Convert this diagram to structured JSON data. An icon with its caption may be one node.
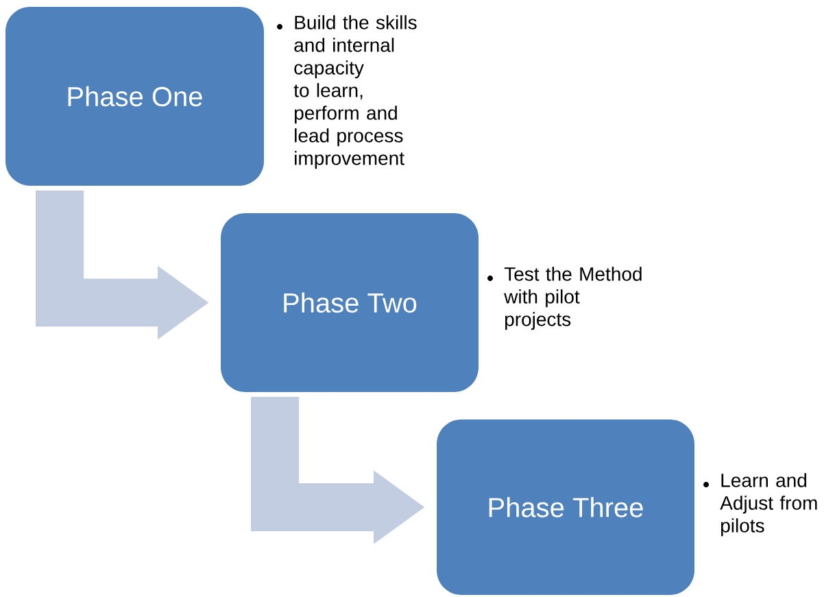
{
  "diagram": {
    "nodes": [
      {
        "text": [
          "Phase One"
        ],
        "beside": [
          "Build the skills and internal capacity to learn, perform and lead process improvement"
        ]
      },
      {
        "text": [
          "Phase Two"
        ],
        "beside": [
          "Test the Method with pilot projects"
        ]
      },
      {
        "text": [
          "Phase Three"
        ],
        "beside": [
          "Learn and Adjust from pilots"
        ]
      }
    ],
    "edges": [
      {
        "from": 0,
        "to": 1,
        "arrow": "to"
      },
      {
        "from": 1,
        "to": 2,
        "arrow": "to"
      }
    ]
  }
}
